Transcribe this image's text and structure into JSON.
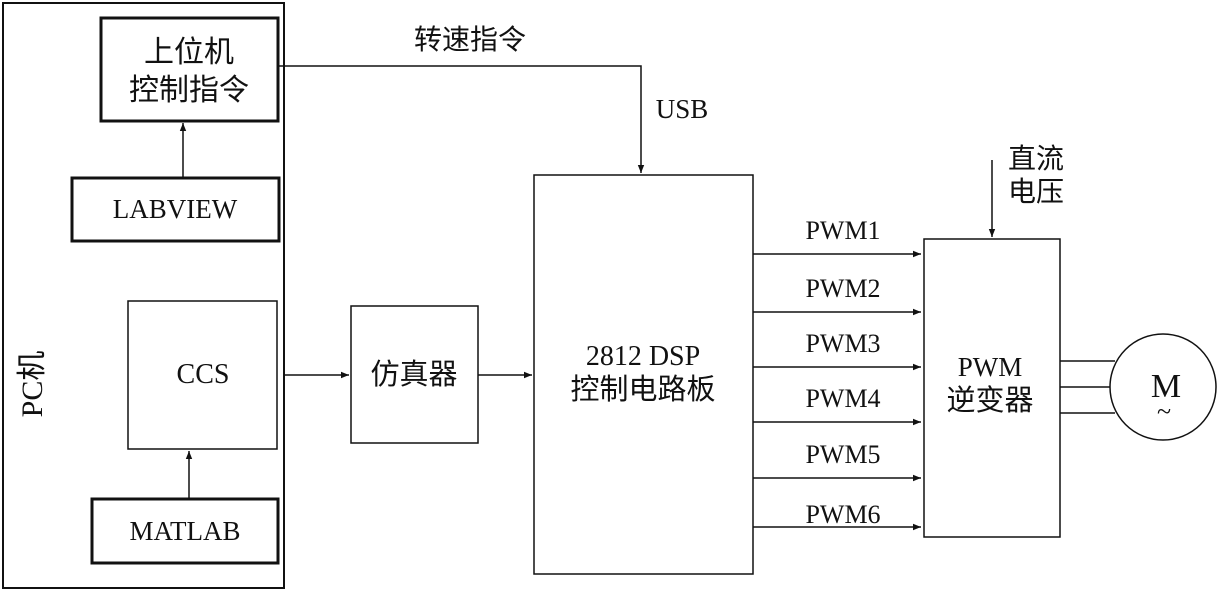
{
  "blocks": {
    "pc_label": "PC机",
    "host_cmd": [
      "上位机",
      "控制指令"
    ],
    "labview": "LABVIEW",
    "ccs": "CCS",
    "matlab": "MATLAB",
    "emulator": "仿真器",
    "dsp_board": [
      "2812 DSP",
      "控制电路板"
    ],
    "inverter": [
      "PWM",
      "逆变器"
    ],
    "motor": [
      "M",
      "~"
    ]
  },
  "edge_labels": {
    "speed_cmd": "转速指令",
    "usb": "USB",
    "dc_voltage": [
      "直流",
      "电压"
    ]
  },
  "pwm_signals": [
    "PWM1",
    "PWM2",
    "PWM3",
    "PWM4",
    "PWM5",
    "PWM6"
  ]
}
